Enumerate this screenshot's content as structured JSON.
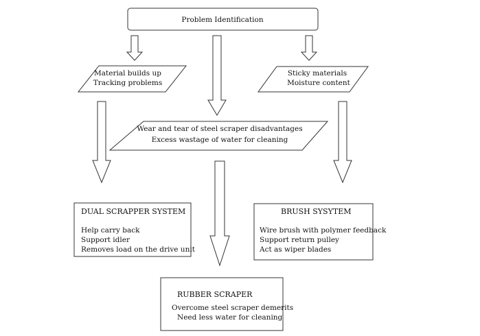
{
  "nodes": {
    "problem": {
      "label": "Problem Identification"
    },
    "material": {
      "lines": [
        "Material builds up",
        "Tracking problems"
      ]
    },
    "sticky": {
      "lines": [
        "Sticky materials",
        "Moisture content"
      ]
    },
    "wear": {
      "lines": [
        "Wear and tear of steel scraper disadvantages",
        "Excess wastage of water for cleaning"
      ]
    },
    "dual": {
      "title": "DUAL SCRAPPER SYSTEM",
      "lines": [
        "Help carry back",
        "Support idler",
        "Removes load on the drive unit"
      ]
    },
    "brush": {
      "title": "BRUSH SYSYTEM",
      "lines": [
        "Wire brush with polymer feedback",
        "Support return pulley",
        "Act as wiper blades"
      ]
    },
    "rubber": {
      "title": "RUBBER SCRAPER",
      "lines": [
        "Overcome steel scraper demerits",
        "Need less water for cleaning"
      ]
    }
  },
  "colors": {
    "stroke": "#333333",
    "fill": "#ffffff",
    "text": "#111111"
  }
}
